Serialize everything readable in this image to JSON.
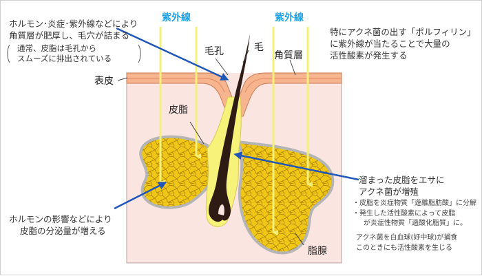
{
  "uv_labels": [
    "紫外線",
    "紫外線"
  ],
  "labels": {
    "hair": "毛",
    "pore": "毛孔",
    "stratum_corneum": "角質層",
    "epidermis": "表皮",
    "sebum": "皮脂",
    "sebaceous_gland": "脂腺"
  },
  "callouts": {
    "top_left": {
      "line1": "ホルモン･炎症･紫外線などにより",
      "line2": "角質層が肥厚し、毛穴が詰まる",
      "note1": "通常、皮脂は毛孔から",
      "note2": "スムーズに排出されている"
    },
    "top_right": {
      "line1": "特にアクネ菌の出す「ポルフィリン」",
      "line2": "に紫外線が当たることで大量の",
      "line3": "活性酸素が発生する"
    },
    "bottom_left": {
      "line1": "ホルモンの影響などにより",
      "line2": "皮脂の分泌量が増える"
    },
    "right_mid": {
      "line1": "溜まった皮脂をエサに",
      "line2": "アクネ菌が増殖",
      "bullet1": "・皮脂を炎症物質「遊離脂肪酸」に分解",
      "bullet2a": "・発生した活性酸素によって皮脂",
      "bullet2b": "が炎症性物質「過酸化脂質」に。",
      "foot1": "アクネ菌を白血球(好中球)が捕食",
      "foot2": "このときにも活性酸素を生じる"
    }
  },
  "colors": {
    "uv_text": "#1ea3e8",
    "uv_arrow": "#f4f07a",
    "skin": "#fbe5e1",
    "stratum": "#f6b48f",
    "sebum": "#f1c715",
    "hair": "#2e1c14",
    "callout_arrow": "#1f56b8"
  }
}
